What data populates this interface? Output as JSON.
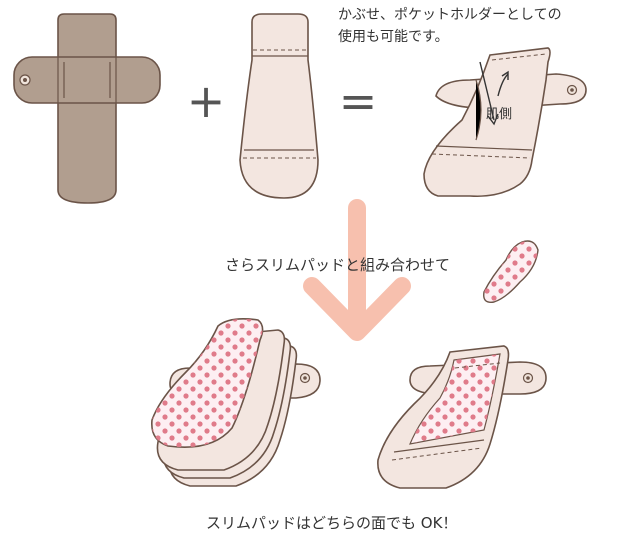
{
  "note": {
    "line1": "かぶせ、ポケットホルダーとしての",
    "line2": "使用も可能です。"
  },
  "skin_side_label": "肌側",
  "operators": {
    "plus": "+",
    "equals": "="
  },
  "combine_caption": "さらスリムパッドと組み合わせて",
  "footer_caption": "スリムパッドはどちらの面でも OK！",
  "colors": {
    "brown_pad": "#b19e8f",
    "cream_pad": "#f3e6e0",
    "outline": "#6b5448",
    "arrow": "#f7c0ae",
    "dots": "#e07b8a",
    "dot_pad_bg": "#fdeff2"
  }
}
